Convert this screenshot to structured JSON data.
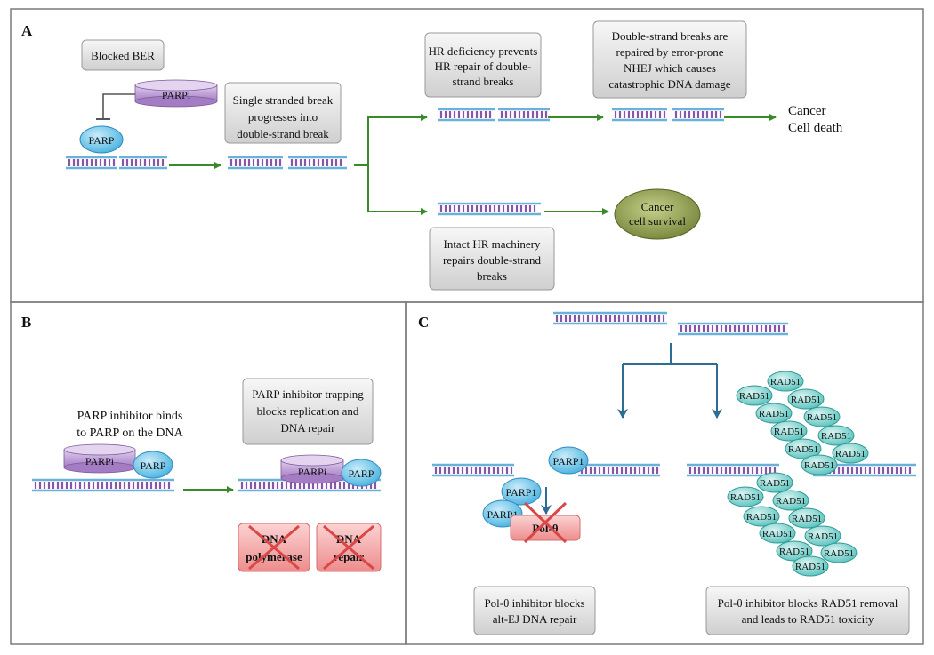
{
  "panels": {
    "a": {
      "label": "A"
    },
    "b": {
      "label": "B"
    },
    "c": {
      "label": "C"
    }
  },
  "panel_a": {
    "blocked_ber": "Blocked BER",
    "parpi": "PARPi",
    "parp": "PARP",
    "ssb_box": [
      "Single stranded break",
      "progresses into",
      "double-strand break"
    ],
    "hr_def_box": [
      "HR deficiency prevents",
      "HR repair of double-",
      "strand breaks"
    ],
    "nhej_box": [
      "Double-strand breaks are",
      "repaired by error-prone",
      "NHEJ which causes",
      "catastrophic DNA damage"
    ],
    "outcome": [
      "Cancer",
      "Cell death"
    ],
    "survival": [
      "Cancer",
      "cell survival"
    ],
    "intact_box": [
      "Intact HR machinery",
      "repairs double-strand",
      "breaks"
    ]
  },
  "panel_b": {
    "binds_text": [
      "PARP inhibitor binds",
      "to PARP on the DNA"
    ],
    "parpi": "PARPi",
    "parp": "PARP",
    "trap_box": [
      "PARP inhibitor trapping",
      "blocks replication and",
      "DNA repair"
    ],
    "dna_polymerase": [
      "DNA",
      "polymerase"
    ],
    "dna_repair": [
      "DNA",
      "repair"
    ]
  },
  "panel_c": {
    "parp1": "PARP1",
    "pol_theta": "Pol-θ",
    "rad51": "RAD51",
    "left_box": [
      "Pol-θ inhibitor blocks",
      "alt-EJ DNA repair"
    ],
    "right_box": [
      "Pol-θ inhibitor blocks RAD51 removal",
      "and leads to RAD51 toxicity"
    ]
  },
  "colors": {
    "arrow_green": "#3a8a2a",
    "arrow_blue": "#2b6d93",
    "dna_strand": "#6ab3d8",
    "dna_rung": "#8a55a8",
    "parp_blue": "#5fc0e8",
    "parpi_purple": "#b68ecf",
    "rad51_teal": "#7fd0cc",
    "survival_green": "#8a9b4a",
    "block_red": "#f29a9a",
    "cross_red": "#d94848"
  }
}
